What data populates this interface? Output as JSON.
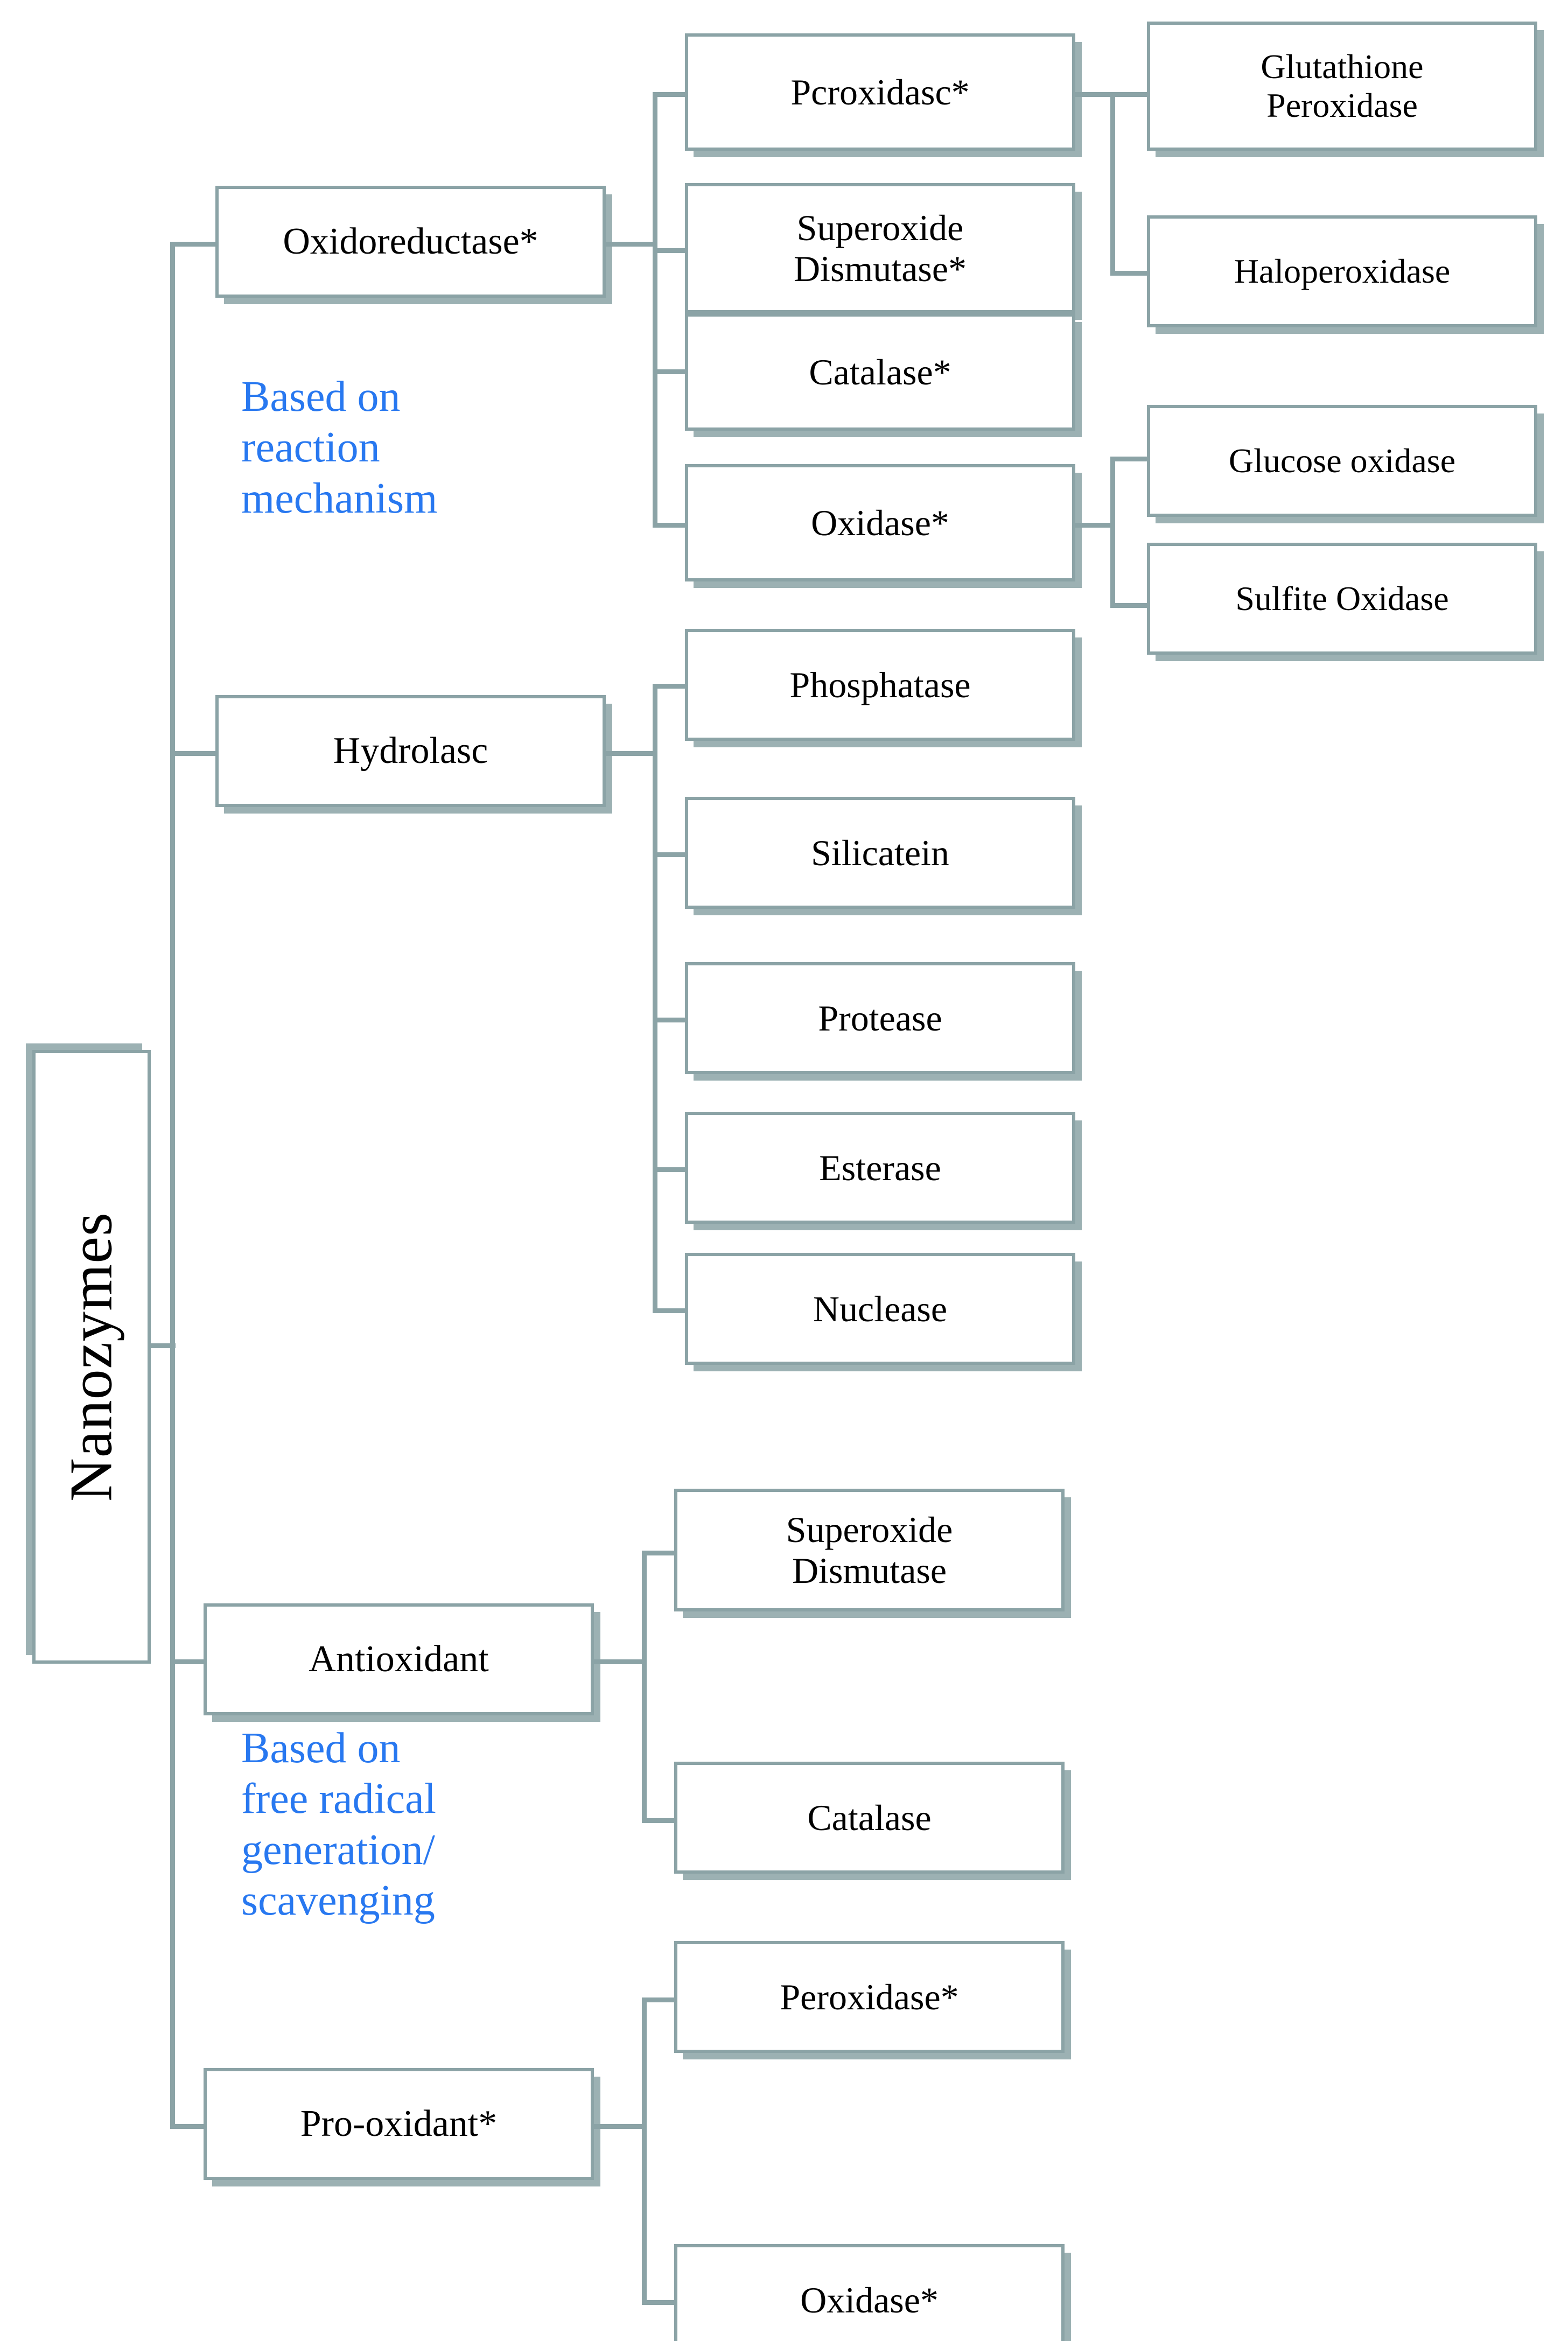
{
  "diagram": {
    "type": "hierarchy-tree",
    "root": {
      "label": "Nanozymes"
    },
    "captions": [
      {
        "id": "caption-reaction-mechanism",
        "text": "Based on\nreaction\nmechanism",
        "color": "#2878f0"
      },
      {
        "id": "caption-free-radical",
        "text": "Based on\nfree radical\ngeneration/\nscavenging",
        "color": "#2878f0"
      }
    ],
    "colors": {
      "box_border": "#8ba3a6",
      "box_shadow": "#8ba3a6",
      "box_fill": "#ffffff",
      "connector": "#8ba3a6",
      "label_text": "#000000",
      "caption_text": "#2878f0"
    },
    "branches": [
      {
        "id": "oxidoreductase",
        "label": "Oxidoreductase*",
        "children": [
          {
            "id": "peroxidase",
            "label": "Pcroxidasc*",
            "children": [
              {
                "id": "glutathione-peroxidase",
                "label": "Glutathione\nPeroxidase"
              },
              {
                "id": "haloperoxidase",
                "label": "Haloperoxidase"
              }
            ]
          },
          {
            "id": "superoxide-dismutase-star",
            "label": "Superoxide\nDismutase*",
            "children": []
          },
          {
            "id": "catalase-star",
            "label": "Catalase*",
            "children": []
          },
          {
            "id": "oxidase-star",
            "label": "Oxidase*",
            "children": [
              {
                "id": "glucose-oxidase",
                "label": "Glucose oxidase"
              },
              {
                "id": "sulfite-oxidase",
                "label": "Sulfite Oxidase"
              }
            ]
          }
        ]
      },
      {
        "id": "hydrolase",
        "label": "Hydrolasc",
        "children": [
          {
            "id": "phosphatase",
            "label": "Phosphatase",
            "children": []
          },
          {
            "id": "silicatein",
            "label": "Silicatein",
            "children": []
          },
          {
            "id": "protease",
            "label": "Protease",
            "children": []
          },
          {
            "id": "esterase",
            "label": "Esterase",
            "children": []
          },
          {
            "id": "nuclease",
            "label": "Nuclease",
            "children": []
          }
        ]
      },
      {
        "id": "antioxidant",
        "label": "Antioxidant",
        "children": [
          {
            "id": "superoxide-dismutase",
            "label": "Superoxide\nDismutase",
            "children": []
          },
          {
            "id": "catalase",
            "label": "Catalase",
            "children": []
          }
        ]
      },
      {
        "id": "pro-oxidant",
        "label": "Pro-oxidant*",
        "children": [
          {
            "id": "peroxidase-star-2",
            "label": "Peroxidase*",
            "children": []
          },
          {
            "id": "oxidase-star-2",
            "label": "Oxidase*",
            "children": []
          }
        ]
      }
    ]
  }
}
